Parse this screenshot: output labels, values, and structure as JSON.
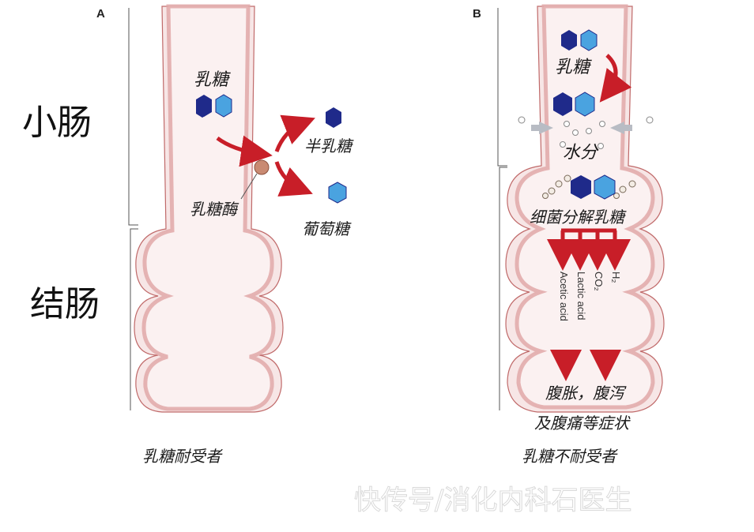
{
  "panels": {
    "a": {
      "letter": "A",
      "region_small_intestine": "小肠",
      "region_colon": "结肠",
      "lactose_label": "乳糖",
      "galactose_label": "半乳糖",
      "lactase_label": "乳糖酶",
      "glucose_label": "葡萄糖",
      "caption": "乳糖耐受者"
    },
    "b": {
      "letter": "B",
      "lactose_label": "乳糖",
      "water_label": "水分",
      "bacteria_label": "细菌分解乳糖",
      "gases": [
        "H₂",
        "CO₂",
        "Lactic acid",
        "Acetic acid"
      ],
      "symptoms_line1": "腹胀，腹泻",
      "symptoms_line2": "及腹痛等症状",
      "caption": "乳糖不耐受者"
    }
  },
  "watermark": "快传号/消化内科石医生",
  "colors": {
    "tissue_fill": "#f7e6e6",
    "wall": "#e0a8a8",
    "outline": "#c06a6a",
    "arrow_red": "#c81e28",
    "hex_dark": "#1f2a8a",
    "hex_light": "#4aa3e0",
    "lactase_dot": "#c98a72",
    "gray_arrow": "#b8bcc4"
  }
}
